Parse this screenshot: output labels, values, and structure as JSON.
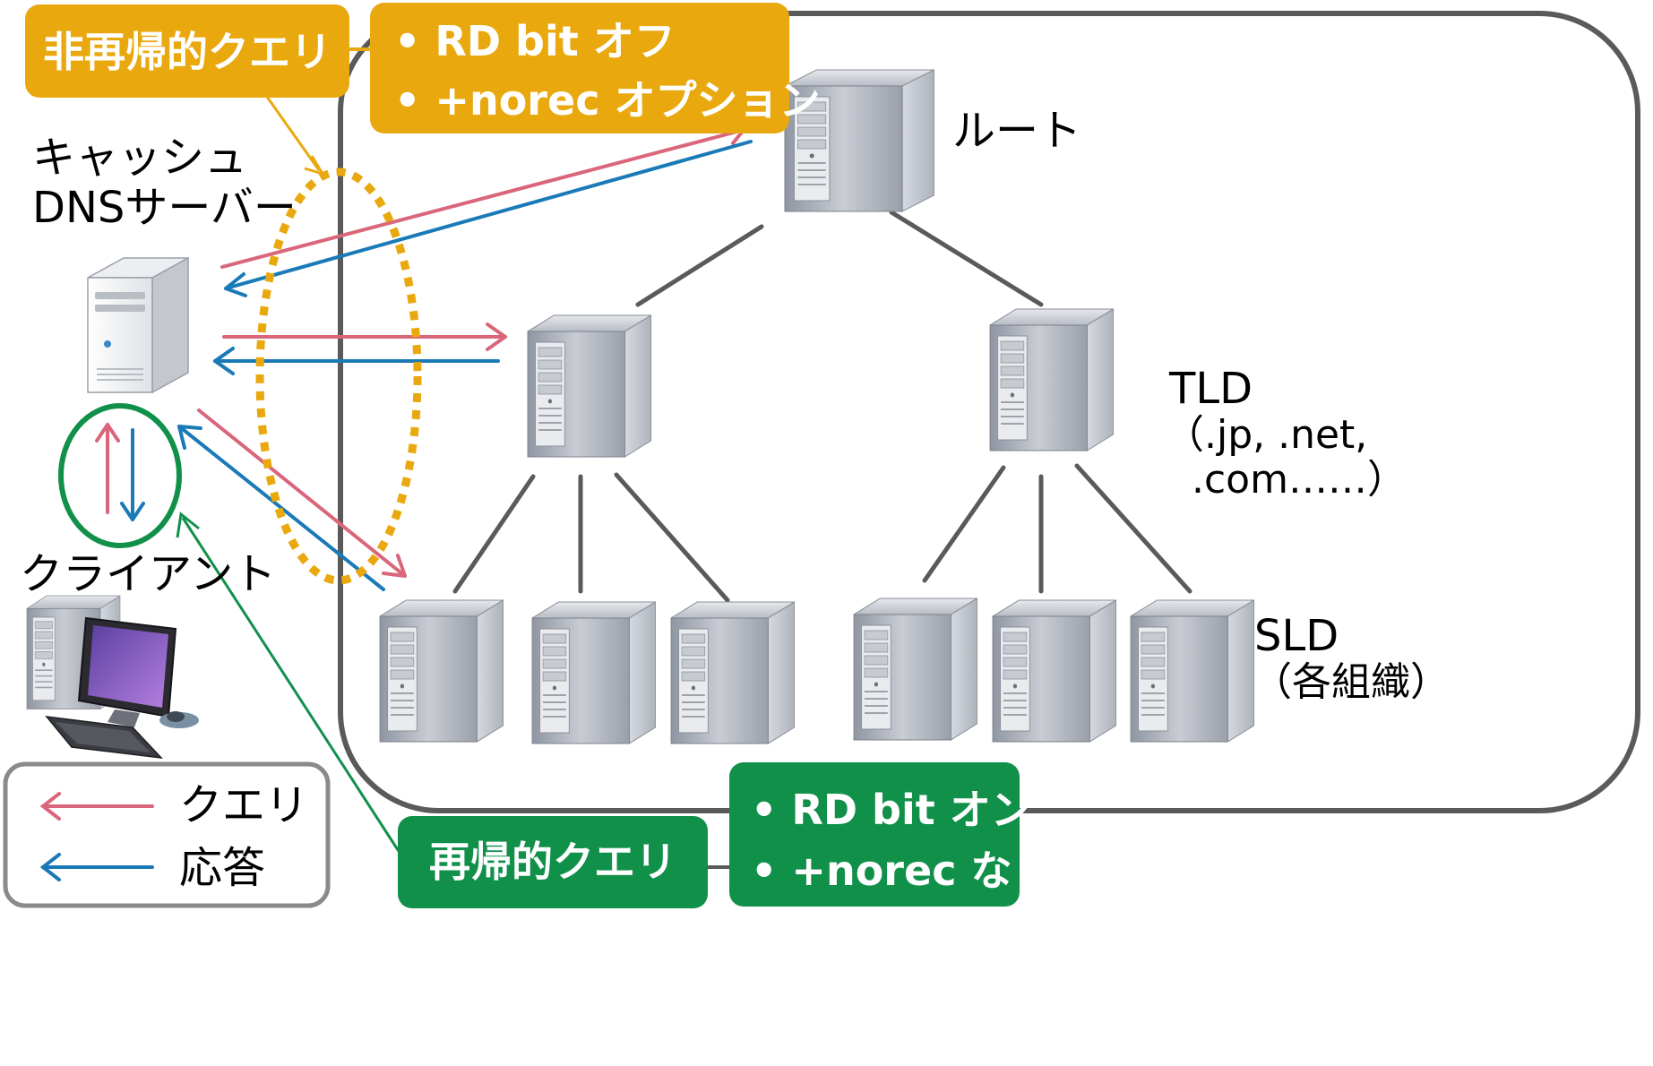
{
  "title_nonrecursive": "非再帰的クエリ",
  "nonrecursive_bullets": [
    "• RD bit オフ",
    "• +norec オプション"
  ],
  "title_recursive": "再帰的クエリ",
  "recursive_bullets": [
    "• RD bit オン",
    "• +norec なし"
  ],
  "cache_server_label": [
    "キャッシュ",
    "DNSサーバー"
  ],
  "root_label": "ルート",
  "tld_label": [
    "TLD",
    "（.jp, .net,",
    ".com……）"
  ],
  "sld_label": [
    "SLD",
    "（各組織）"
  ],
  "client_label": "クライアント",
  "legend": [
    {
      "label": "クエリ",
      "color": "#d9667a"
    },
    {
      "label": "応答",
      "color": "#1a7ab8"
    }
  ],
  "colors": {
    "orange": "#e9a80e",
    "green": "#11904a",
    "frame": "#5a5a5a",
    "dotted": "#e9a80e",
    "query": "#d9667a",
    "response": "#1a7ab8"
  },
  "icons": [
    "server-icon",
    "desktop-computer-icon"
  ]
}
